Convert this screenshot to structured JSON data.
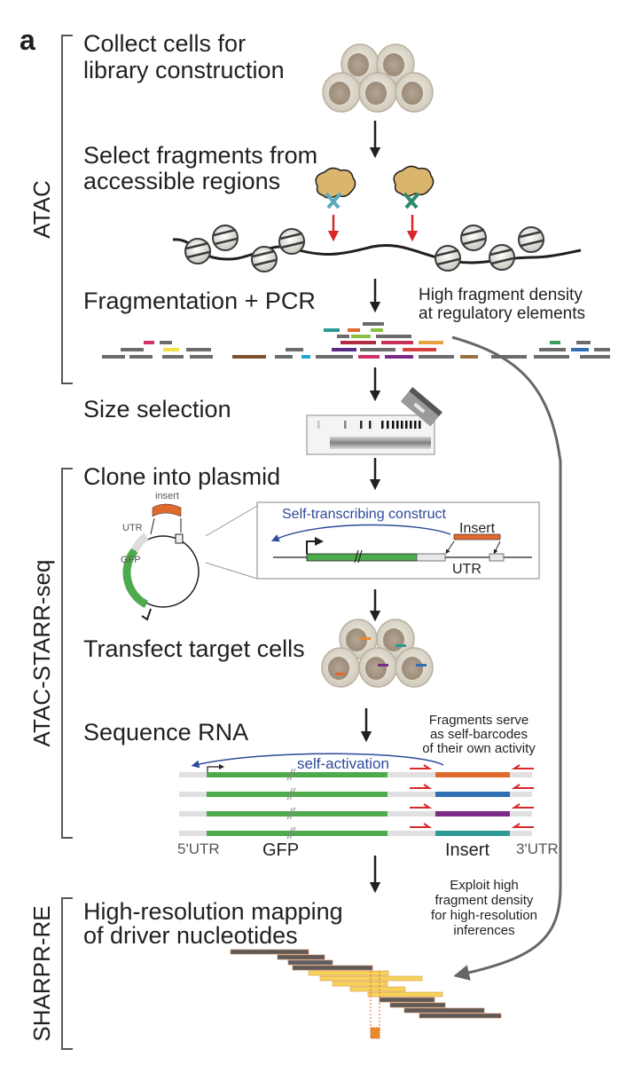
{
  "panel_label": "a",
  "sections": {
    "atac": "ATAC",
    "atac_starr": "ATAC-STARR-seq",
    "sharpr": "SHARPR-RE"
  },
  "steps": {
    "collect": [
      "Collect cells for",
      "library construction"
    ],
    "select": [
      "Select fragments from",
      "accessible regions"
    ],
    "fragmentation": "Fragmentation + PCR",
    "size_selection": "Size selection",
    "clone": "Clone into plasmid",
    "transfect": "Transfect target cells",
    "sequence": "Sequence RNA",
    "mapping": [
      "High-resolution mapping",
      "of driver nucleotides"
    ]
  },
  "notes": {
    "high_density": [
      "High fragment density",
      "at regulatory elements"
    ],
    "self_barcodes": [
      "Fragments serve",
      "as self-barcodes",
      "of their own activity"
    ],
    "exploit": [
      "Exploit high",
      "fragment density",
      "for high-resolution",
      "inferences"
    ]
  },
  "plasmid": {
    "insert": "insert",
    "utr": "UTR",
    "gfp": "GFP"
  },
  "construct": {
    "title": "Self-transcribing construct",
    "insert": "Insert",
    "utr": "UTR"
  },
  "rna": {
    "self_activation": "self-activation",
    "utr5": "5'UTR",
    "gfp": "GFP",
    "insert": "Insert",
    "utr3": "3'UTR"
  },
  "colors": {
    "gfp_green": "#4daa4d",
    "insert_orange": "#e0692c",
    "primer_red": "#d8282a",
    "arrow_blue": "#2e4a9a",
    "tn5_tan": "#d9b56e",
    "fragment_gray": "#6b6b6b",
    "cell_outer": "#d9d4c6",
    "cell_nucleus": "#a89887"
  },
  "insert_colors": [
    "#e0692c",
    "#2f6fb3",
    "#7b2a86",
    "#2e9a96"
  ],
  "cell_barcode_colors": [
    "#e88a2c",
    "#2e9a96",
    "#e0692c",
    "#7b2a86",
    "#2f6fb3"
  ]
}
